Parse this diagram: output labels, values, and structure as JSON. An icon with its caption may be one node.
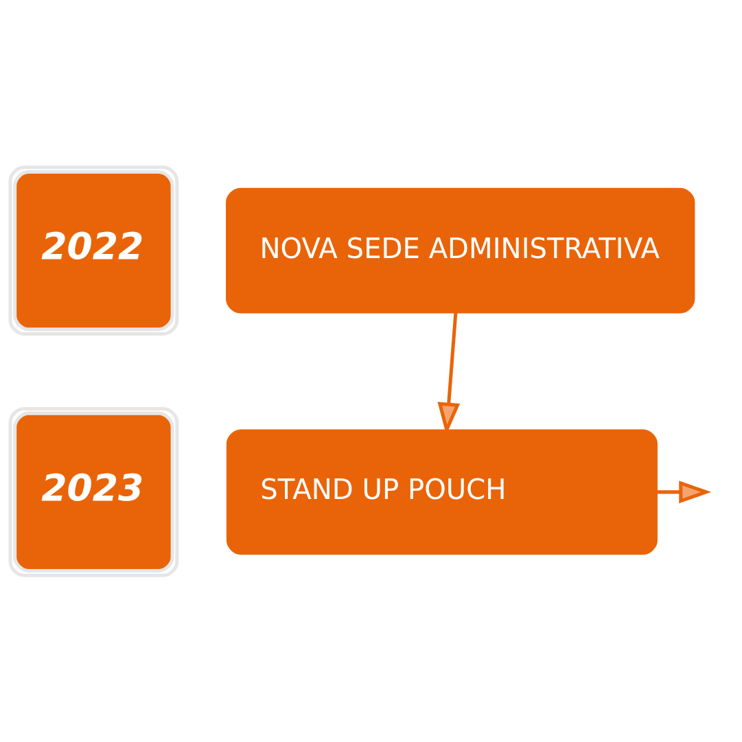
{
  "diagram": {
    "nodes": [
      {
        "text": [
          "2022"
        ]
      },
      {
        "text": [
          "NOVA SEDE ADMINISTRATIVA"
        ]
      },
      {
        "text": [
          "2023"
        ]
      },
      {
        "text": [
          "STAND UP POUCH"
        ]
      }
    ],
    "edges": [
      {
        "from": 1,
        "to": 3,
        "arrow": "to"
      },
      {
        "from": 3,
        "to": null,
        "arrow": "to"
      }
    ]
  }
}
